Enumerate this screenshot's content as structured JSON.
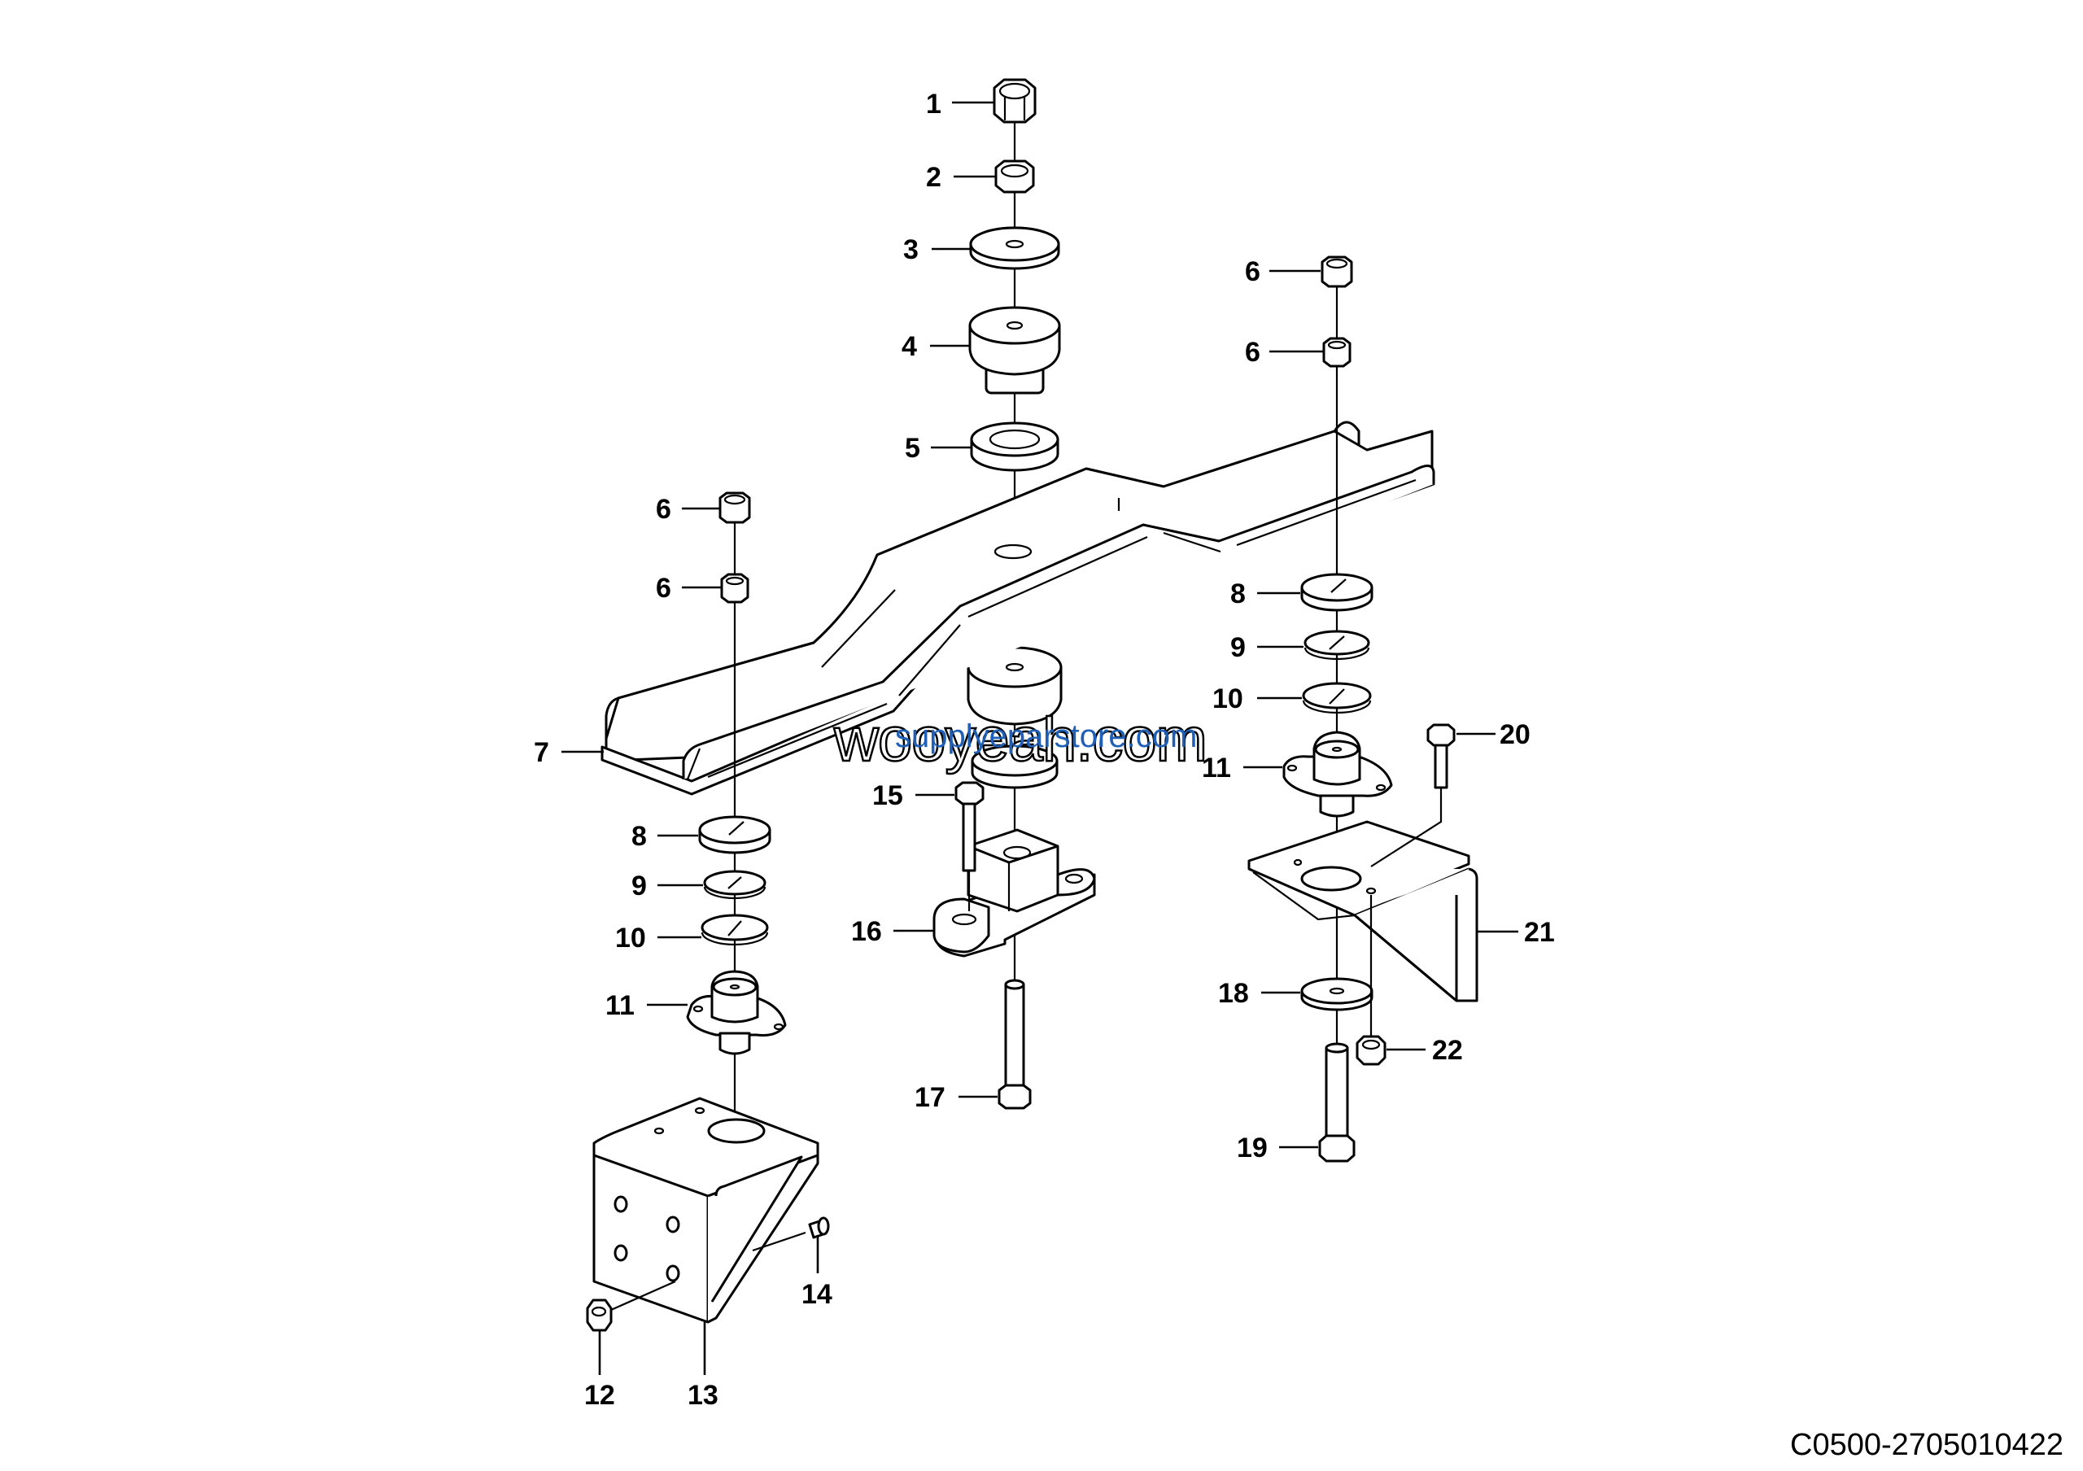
{
  "callouts": {
    "c1": "1",
    "c2": "2",
    "c3": "3",
    "c4": "4",
    "c5": "5",
    "c6a": "6",
    "c6b": "6",
    "c6c": "6",
    "c6d": "6",
    "c7": "7",
    "c8a": "8",
    "c8b": "8",
    "c9a": "9",
    "c9b": "9",
    "c10a": "10",
    "c10b": "10",
    "c11a": "11",
    "c11b": "11",
    "c12": "12",
    "c13": "13",
    "c14": "14",
    "c15": "15",
    "c16": "16",
    "c17": "17",
    "c18": "18",
    "c19": "19",
    "c20": "20",
    "c21": "21",
    "c22": "22"
  },
  "drawing_code": "C0500-2705010422",
  "watermark": {
    "main": "wooyeah.com",
    "sub": "supplyeparstore.com"
  }
}
